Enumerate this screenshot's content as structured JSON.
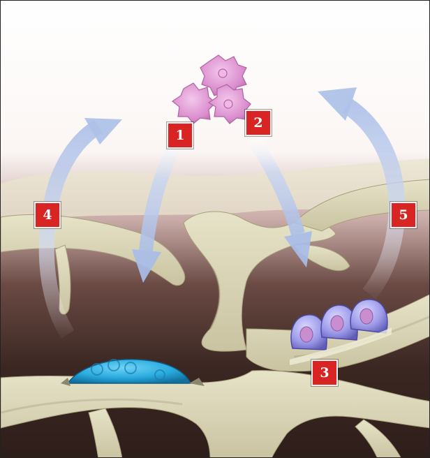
{
  "labels": {
    "step1": "1",
    "step2": "2",
    "step3": "3",
    "step4": "4",
    "step5": "5"
  },
  "colors": {
    "bone": "#d9d4b5",
    "marrow_dark": "#3b2a24",
    "osteoclast": "#27a9dd",
    "osteoblast": "#9d9be8",
    "stem_cell": "#d98ccc",
    "arrow": "#b7c8ec",
    "badge": "#d92424"
  },
  "icons": {
    "stem_cells": "pink-stem-cell-cluster",
    "osteoclast": "blue-osteoclast-cell",
    "osteoblasts": "purple-osteoblast-cells"
  }
}
